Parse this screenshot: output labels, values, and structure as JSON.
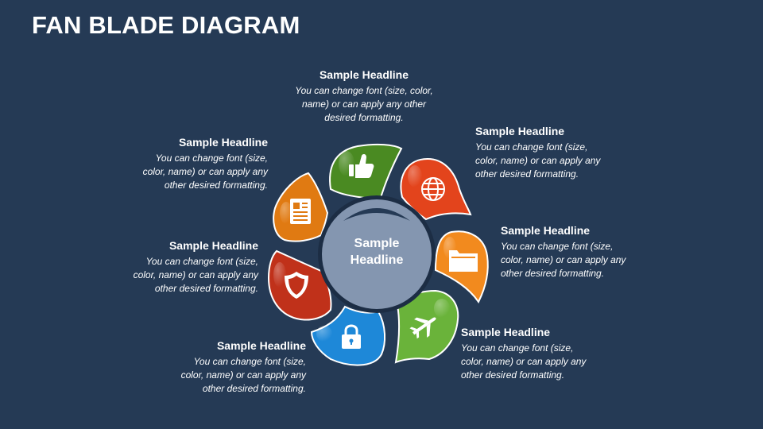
{
  "title": "FAN BLADE DIAGRAM",
  "hub": {
    "line1": "Sample",
    "line2": "Headline"
  },
  "blades": [
    {
      "headline": "Sample Headline",
      "body": [
        "You can change font (size, color,",
        "name) or can apply any other",
        "desired formatting."
      ],
      "icon": "thumbs-up-icon",
      "color": "#4a8a22"
    },
    {
      "headline": "Sample Headline",
      "body": [
        "You can change font (size,",
        "color, name) or can apply any",
        "other desired formatting."
      ],
      "icon": "globe-icon",
      "color": "#e3441c"
    },
    {
      "headline": "Sample Headline",
      "body": [
        "You can change font (size,",
        "color, name) or can apply any",
        "other desired formatting."
      ],
      "icon": "folder-icon",
      "color": "#f28a1e"
    },
    {
      "headline": "Sample Headline",
      "body": [
        "You can change font (size,",
        "color, name) or can apply any",
        "other desired formatting."
      ],
      "icon": "airplane-icon",
      "color": "#6ab33a"
    },
    {
      "headline": "Sample Headline",
      "body": [
        "You can change font (size,",
        "color, name) or can apply any",
        "other desired formatting."
      ],
      "icon": "lock-icon",
      "color": "#1e88d8"
    },
    {
      "headline": "Sample Headline",
      "body": [
        "You can change font (size,",
        "color, name) or can apply any",
        "other desired formatting."
      ],
      "icon": "shield-icon",
      "color": "#c0311a"
    },
    {
      "headline": "Sample Headline",
      "body": [
        "You can change font (size,",
        "color, name) or can apply any",
        "other desired formatting."
      ],
      "icon": "document-icon",
      "color": "#e07a12"
    }
  ],
  "colors": {
    "background": "#253a55",
    "hub": "#8496b0",
    "hub_ring": "#1c2d44"
  }
}
